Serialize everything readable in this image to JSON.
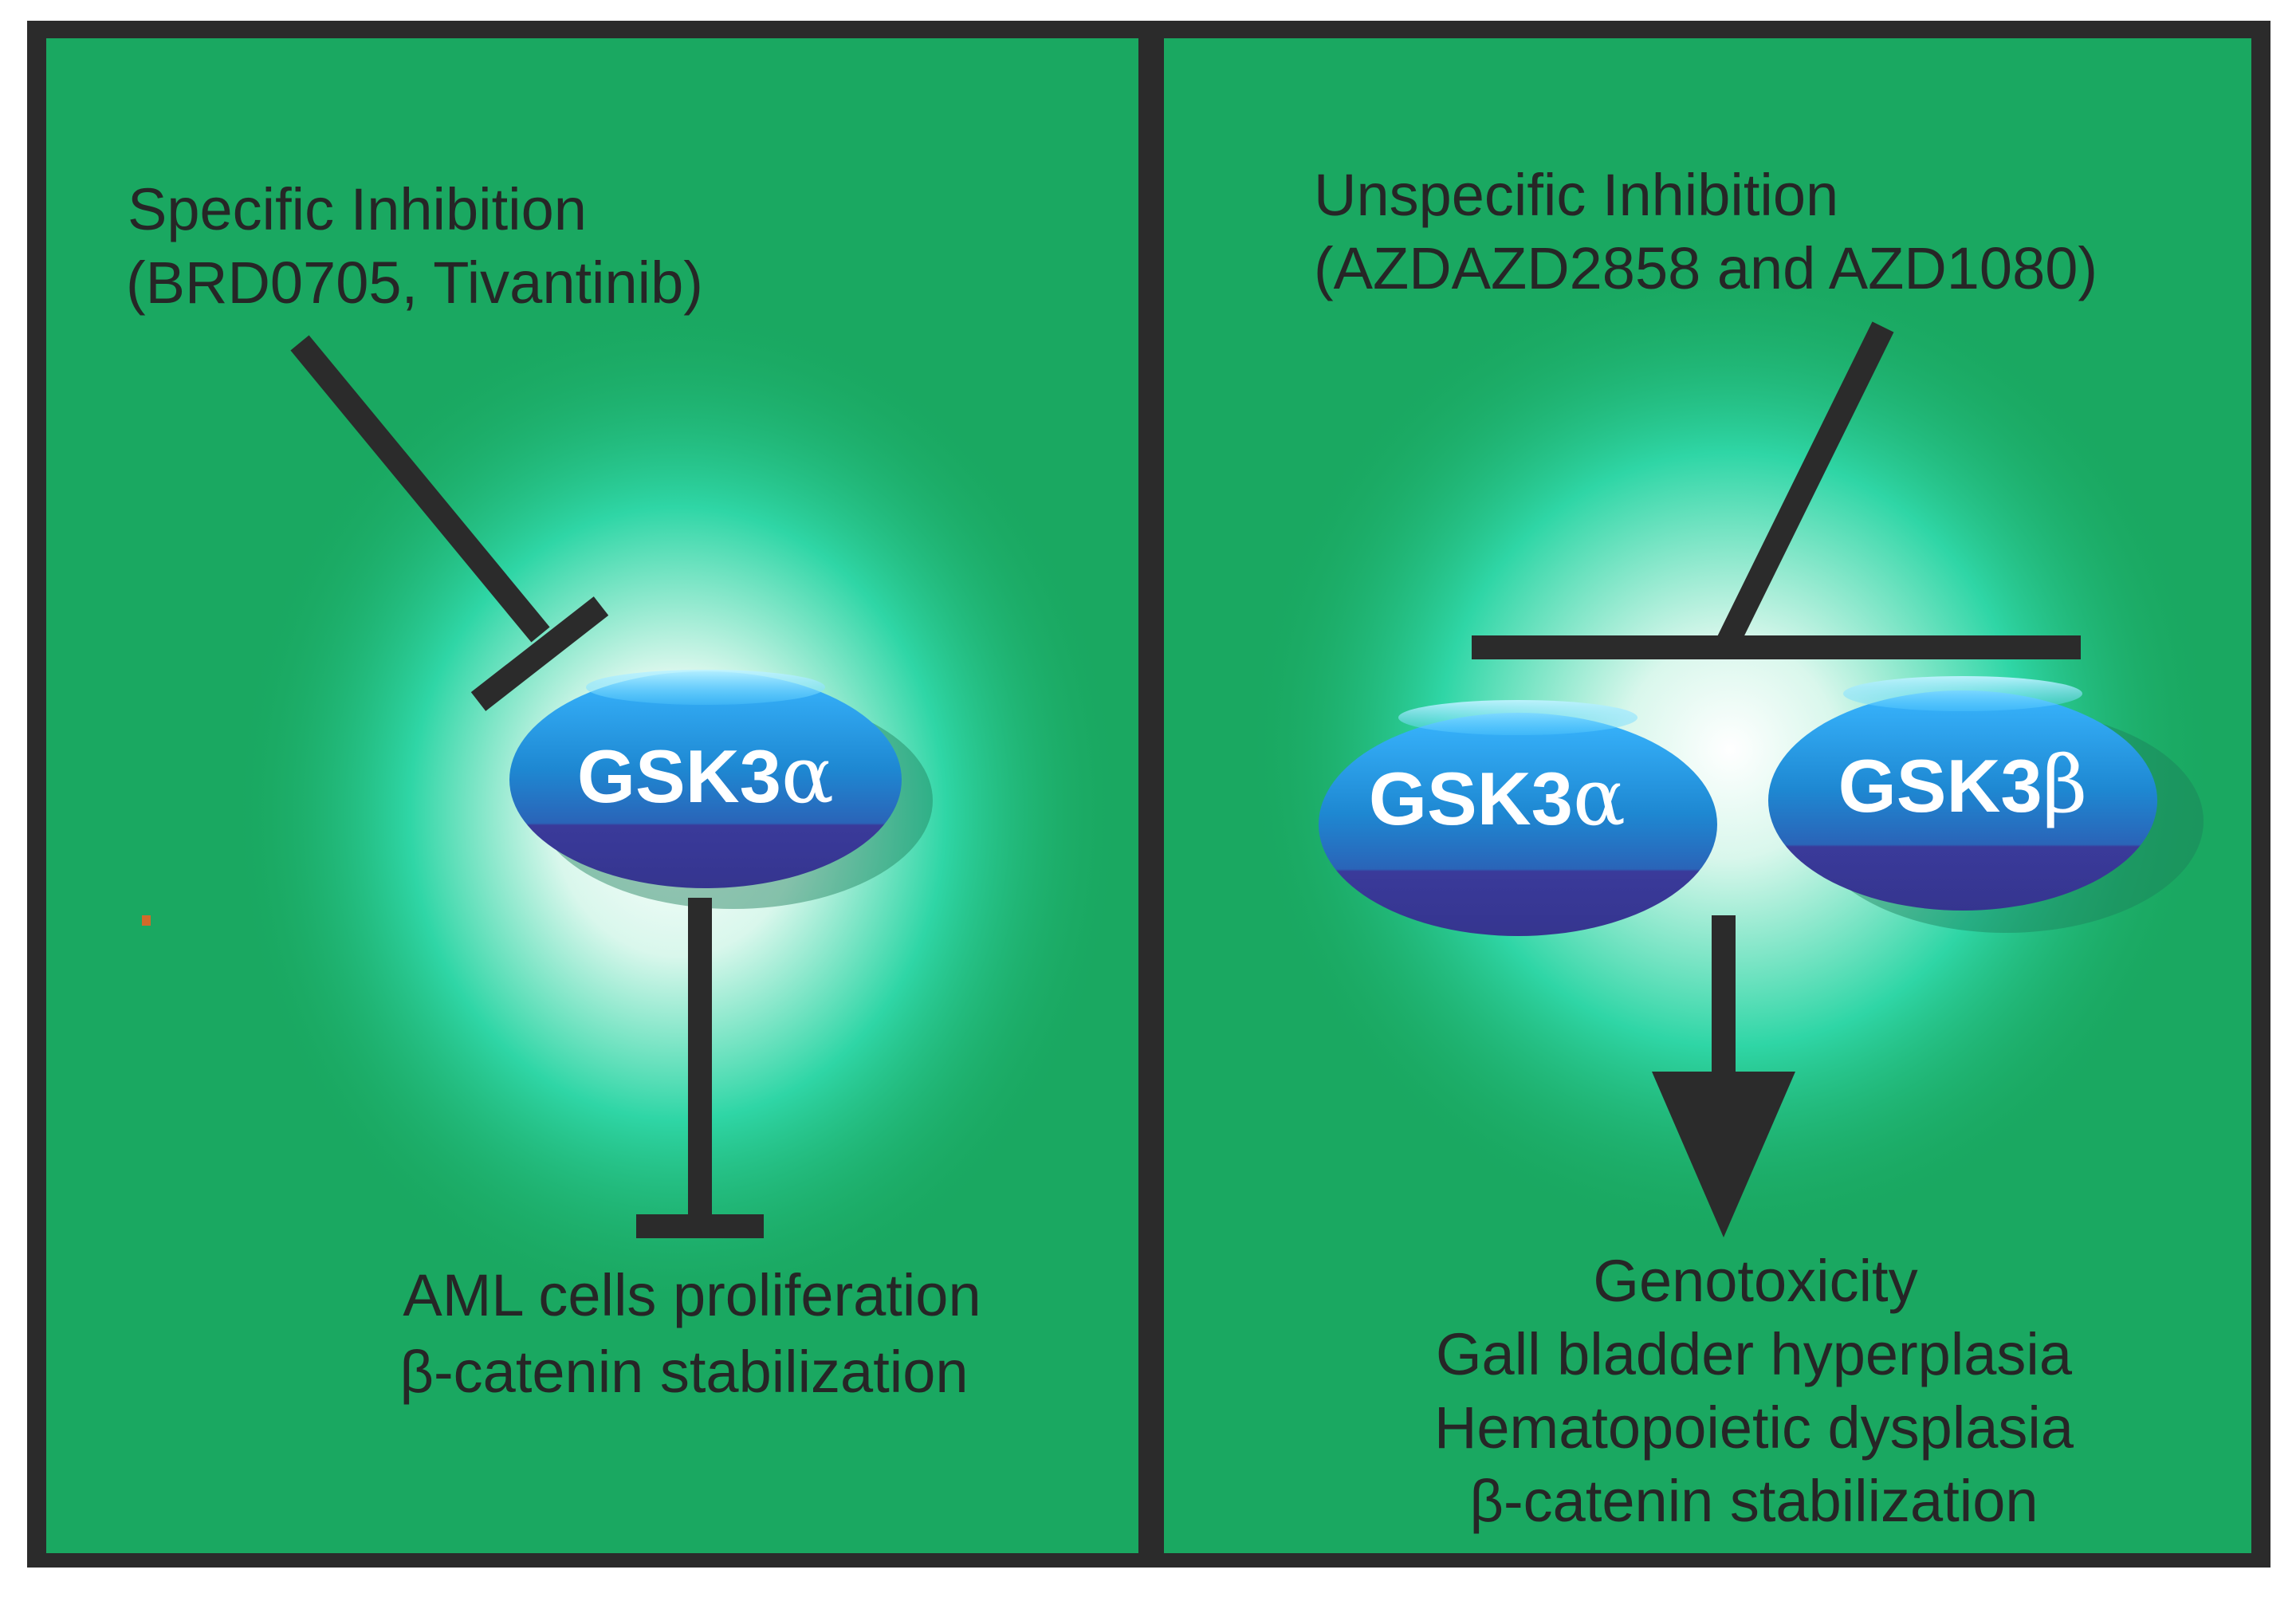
{
  "left_panel": {
    "inhibitor_title": "Specific Inhibition",
    "inhibitor_drugs": "(BRD0705, Tivantinib)",
    "enzyme": {
      "name": "GSK3",
      "isoform": "α"
    },
    "effects": [
      "AML cells proliferation",
      "β-catenin stabilization"
    ]
  },
  "right_panel": {
    "inhibitor_title": "Unspecific Inhibition",
    "inhibitor_drugs": "(AZDAZD2858 and AZD1080)",
    "enzymes": [
      {
        "name": "GSK3",
        "isoform": "α"
      },
      {
        "name": "GSK3",
        "isoform": "β"
      }
    ],
    "effects": [
      "Genotoxicity",
      "Gall bladder hyperplasia",
      "Hematopoietic dysplasia",
      "β-catenin stabilization"
    ]
  },
  "colors": {
    "background_green": "#1aa861",
    "glow_center": "#ffffff",
    "glow_mid": "#2fd6a6",
    "frame": "#2b2b2b",
    "enzyme_blue": "#1e88d2",
    "enzyme_dark": "#3a3a9a",
    "label_text": "#262626"
  }
}
